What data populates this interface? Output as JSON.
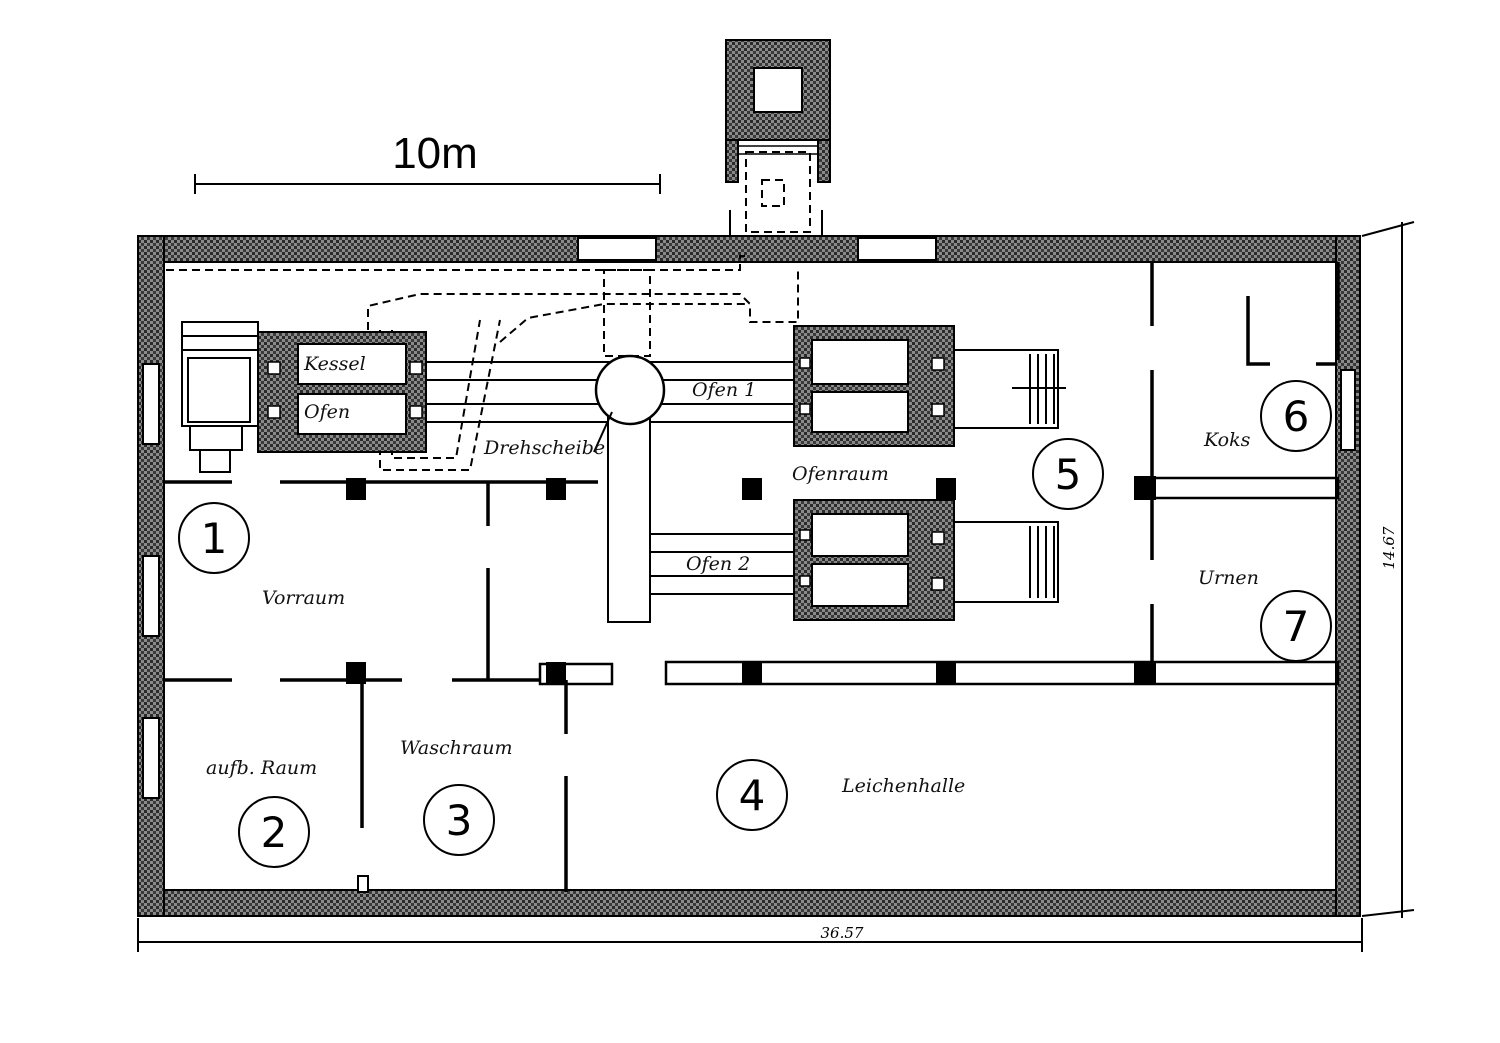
{
  "scale_bar": {
    "label": "10m"
  },
  "dimensions": {
    "width": "36.57",
    "depth": "14.67"
  },
  "rooms": [
    {
      "number": "1",
      "label": "Vorraum"
    },
    {
      "number": "2",
      "label": "aufb. Raum"
    },
    {
      "number": "3",
      "label": "Waschraum"
    },
    {
      "number": "4",
      "label": "Leichenhalle"
    },
    {
      "number": "5",
      "label": "Ofenraum"
    },
    {
      "number": "6",
      "label": "Koks"
    },
    {
      "number": "7",
      "label": "Urnen"
    }
  ],
  "labels": {
    "oven_top_a": "Kessel",
    "oven_top_b": "Ofen",
    "turntable": "Drehscheibe",
    "oven_1": "Ofen 1",
    "oven_2": "Ofen 2"
  }
}
